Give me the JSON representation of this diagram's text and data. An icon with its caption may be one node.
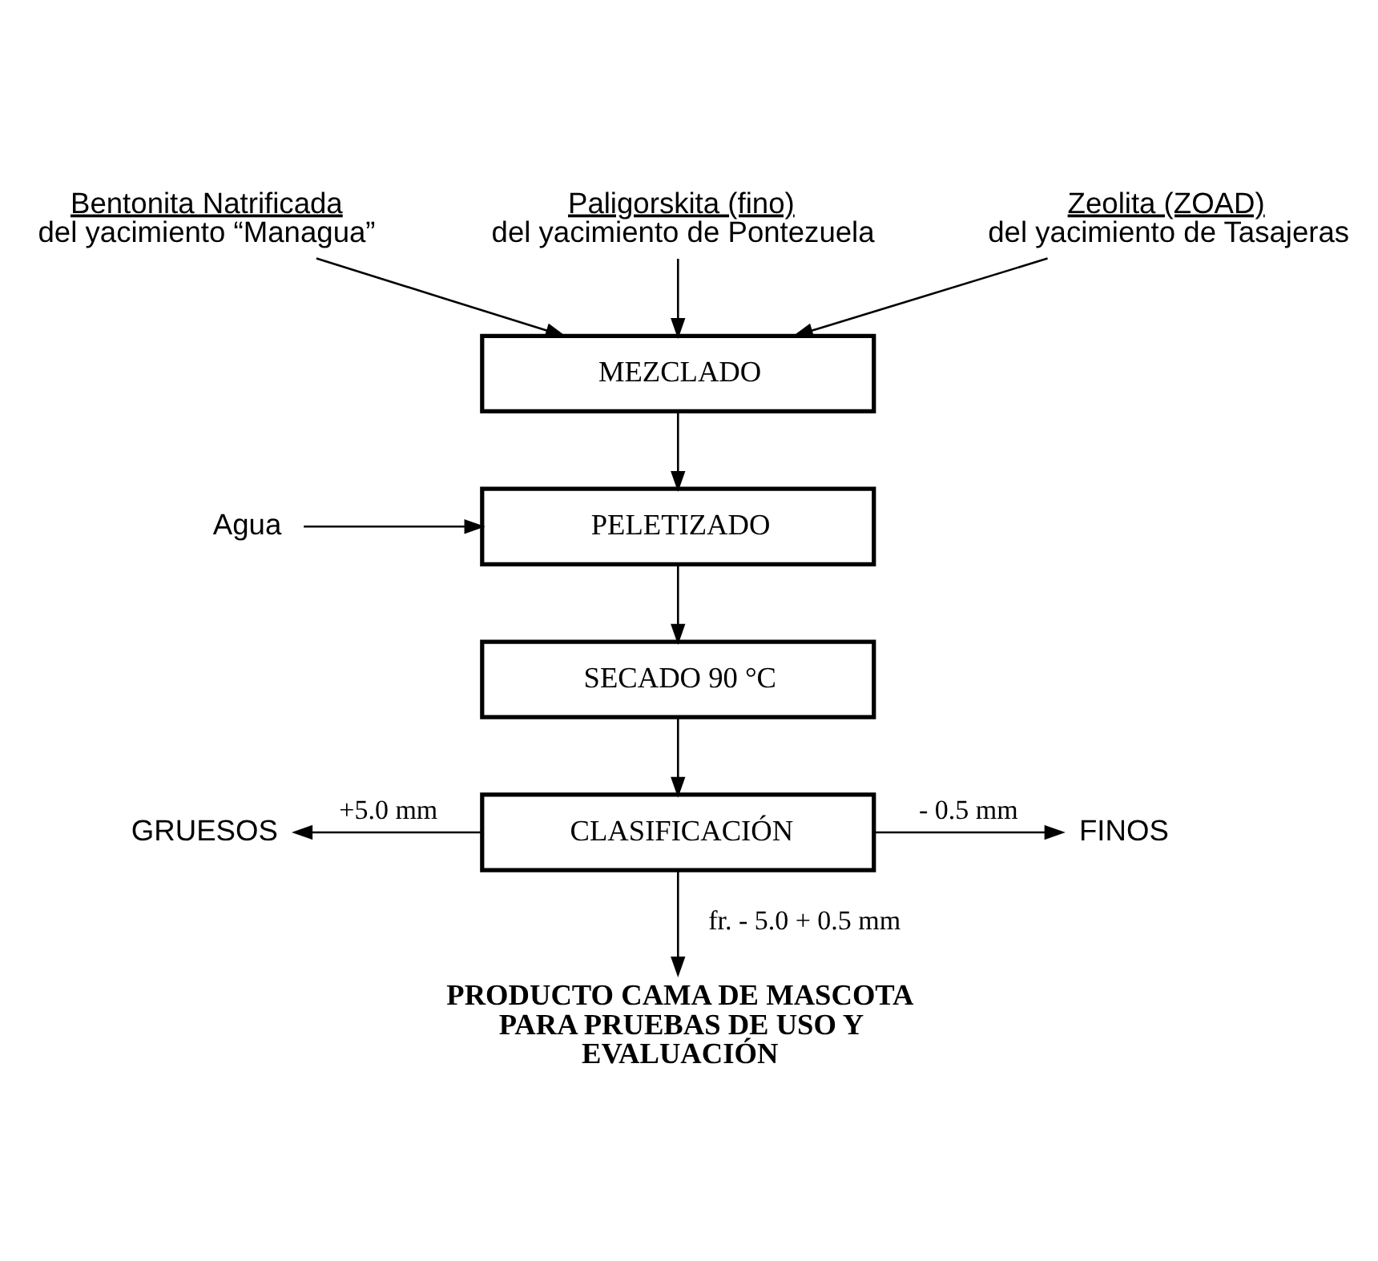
{
  "diagram": {
    "nodes": [
      {
        "text": [
          "Bentonita Natrificada",
          "del yacimiento “Managua”"
        ]
      },
      {
        "text": [
          "Paligorskita (fino)",
          "del yacimiento de Pontezuela"
        ]
      },
      {
        "text": [
          "Zeolita (ZOAD)",
          "del yacimiento de Tasajeras"
        ]
      },
      {
        "text": [
          "MEZCLADO"
        ]
      },
      {
        "text": [
          "Agua"
        ]
      },
      {
        "text": [
          "PELETIZADO"
        ]
      },
      {
        "text": [
          "SECADO 90 °C"
        ]
      },
      {
        "text": [
          "CLASIFICACIÓN"
        ]
      },
      {
        "text": [
          "GRUESOS"
        ]
      },
      {
        "text": [
          "FINOS"
        ]
      },
      {
        "text": [
          "PRODUCTO CAMA DE MASCOTA PARA PRUEBAS DE USO Y EVALUACIÓN"
        ]
      }
    ],
    "edges": [
      {
        "from": 0,
        "to": 3,
        "arrow": "to"
      },
      {
        "from": 1,
        "to": 3,
        "arrow": "to"
      },
      {
        "from": 2,
        "to": 3,
        "arrow": "to"
      },
      {
        "from": 3,
        "to": 5,
        "arrow": "to"
      },
      {
        "from": 4,
        "to": 5,
        "arrow": "to"
      },
      {
        "from": 5,
        "to": 6,
        "arrow": "to"
      },
      {
        "from": 6,
        "to": 7,
        "arrow": "to"
      },
      {
        "from": 7,
        "to": 8,
        "label": "+5.0 mm",
        "arrow": "to"
      },
      {
        "from": 7,
        "to": 9,
        "label": "- 0.5 mm",
        "arrow": "to"
      },
      {
        "from": 7,
        "to": 10,
        "label": "fr. - 5.0 + 0.5 mm",
        "arrow": "to"
      }
    ]
  }
}
